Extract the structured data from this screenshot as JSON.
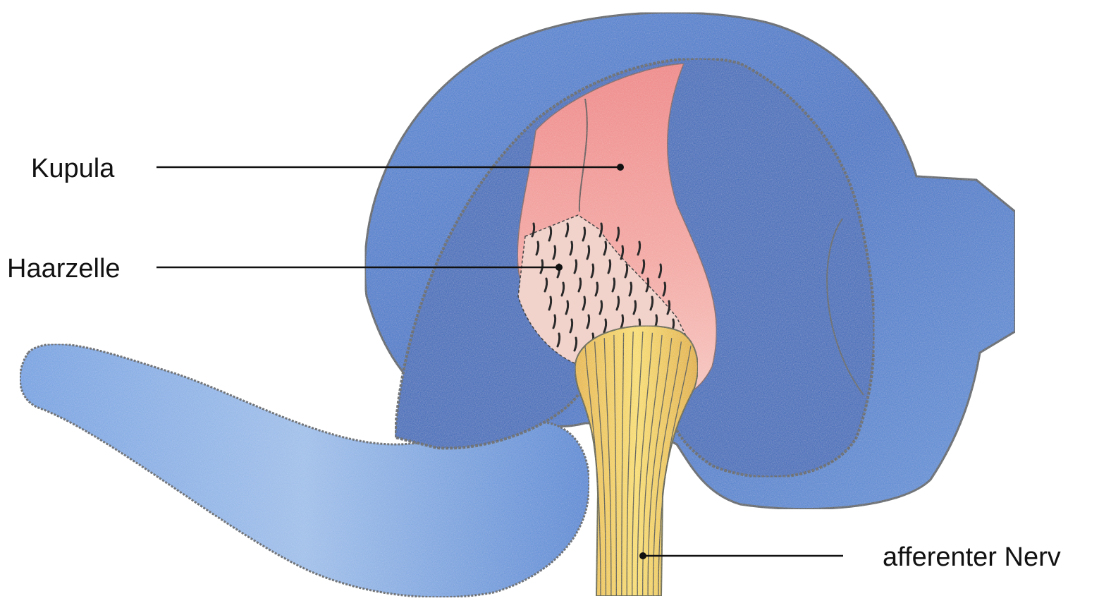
{
  "labels": {
    "kupula": "Kupula",
    "haarzelle": "Haarzelle",
    "nerv": "afferenter Nerv"
  },
  "colors": {
    "ampulla_blue": "#3d74c6",
    "ampulla_light": "#8fb4e6",
    "cupula_pink": "#f08f8f",
    "hair_cell_base": "#f3c9c2",
    "nerve_yellow": "#f2cf4a",
    "outline": "#555a60",
    "leader": "#111111"
  }
}
